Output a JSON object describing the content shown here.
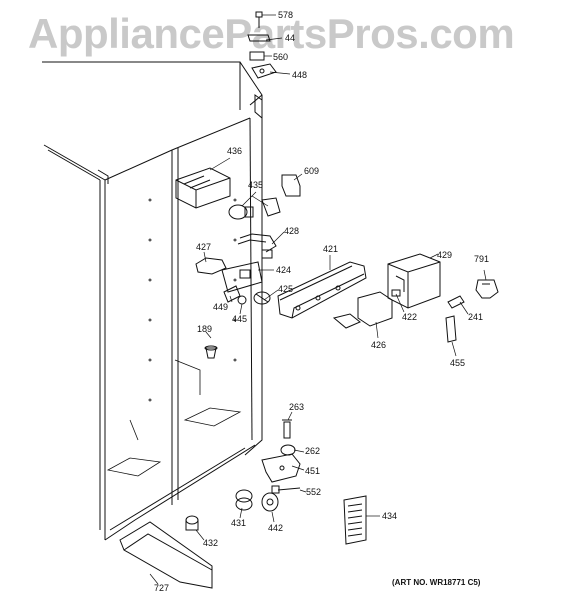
{
  "watermark": "AppliancePartsPros.com",
  "art_number": "(ART NO. WR18771 C5)",
  "callouts": {
    "p578": "578",
    "p44x": "44",
    "p560": "560",
    "p448": "448",
    "p436": "436",
    "p609": "609",
    "p435": "435",
    "p428": "428",
    "p427": "427",
    "p424": "424",
    "p421": "421",
    "p429": "429",
    "p791": "791",
    "p449": "449",
    "p445": "445",
    "p425": "425",
    "p422": "422",
    "p241": "241",
    "p426": "426",
    "p189": "189",
    "p455": "455",
    "p263": "263",
    "p262": "262",
    "p451": "451",
    "p552": "552",
    "p434": "434",
    "p431": "431",
    "p442": "442",
    "p432": "432",
    "p727": "727"
  }
}
